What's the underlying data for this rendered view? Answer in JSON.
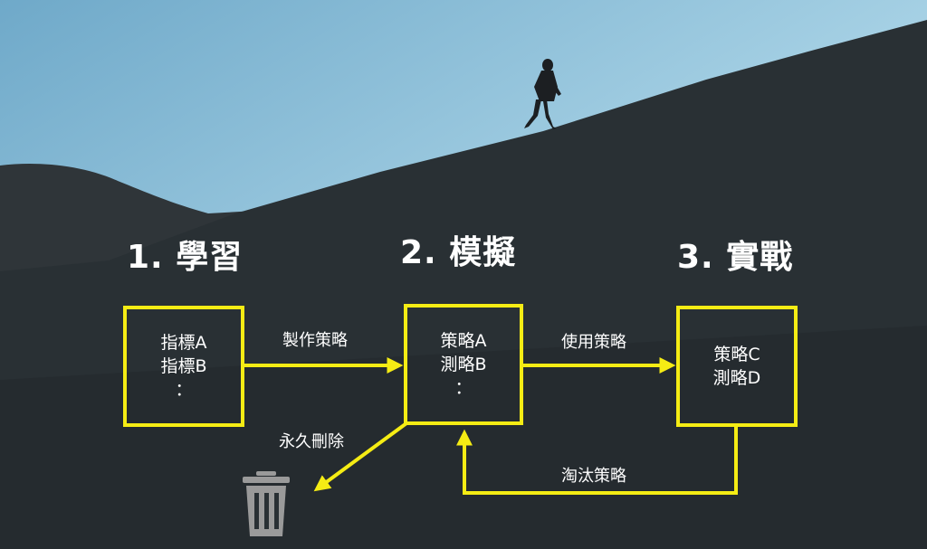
{
  "colors": {
    "accent": "#f5ec14",
    "text": "#ffffff",
    "sky_top": "#7fb6d3",
    "sky_bottom": "#e8f4f8",
    "hill": "#2a3034",
    "trash": "#9a9a9a"
  },
  "stages": [
    {
      "title": "1. 學習",
      "lines": [
        "指標A",
        "指標B",
        "："
      ]
    },
    {
      "title": "2. 模擬",
      "lines": [
        "策略A",
        "測略B",
        "："
      ]
    },
    {
      "title": "3. 實戰",
      "lines": [
        "策略C",
        "測略D"
      ]
    }
  ],
  "edges": {
    "make_strategy": "製作策略",
    "use_strategy": "使用策略",
    "delete_forever": "永久刪除",
    "eliminate_strategy": "淘汰策略"
  },
  "icons": {
    "trash": "trash-icon",
    "hiker": "hiker-silhouette"
  }
}
